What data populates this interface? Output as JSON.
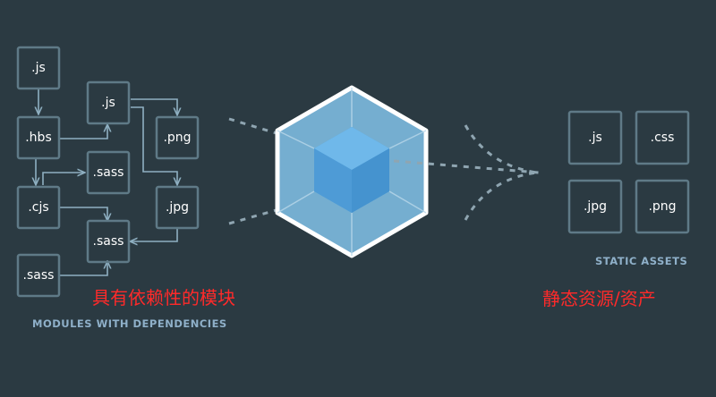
{
  "modules": {
    "caption": "MODULES WITH DEPENDENCIES",
    "annotation": "具有依赖性的模块",
    "boxes": [
      ".js",
      ".hbs",
      ".cjs",
      ".sass",
      ".js",
      ".png",
      ".sass",
      ".jpg",
      ".sass"
    ]
  },
  "assets": {
    "caption": "STATIC ASSETS",
    "annotation": "静态资源/资产",
    "boxes": [
      ".js",
      ".css",
      ".jpg",
      ".png"
    ]
  },
  "colors": {
    "background": "#2b3a42",
    "box_border": "#5f7a87",
    "arrow": "#8fb0c2",
    "cube_outer": "#75aed0",
    "cube_inner": "#55a6e0",
    "caption": "#8fb0c9",
    "annotation": "#ff2a2a"
  },
  "icons": {
    "center": "webpack-cube-icon"
  }
}
